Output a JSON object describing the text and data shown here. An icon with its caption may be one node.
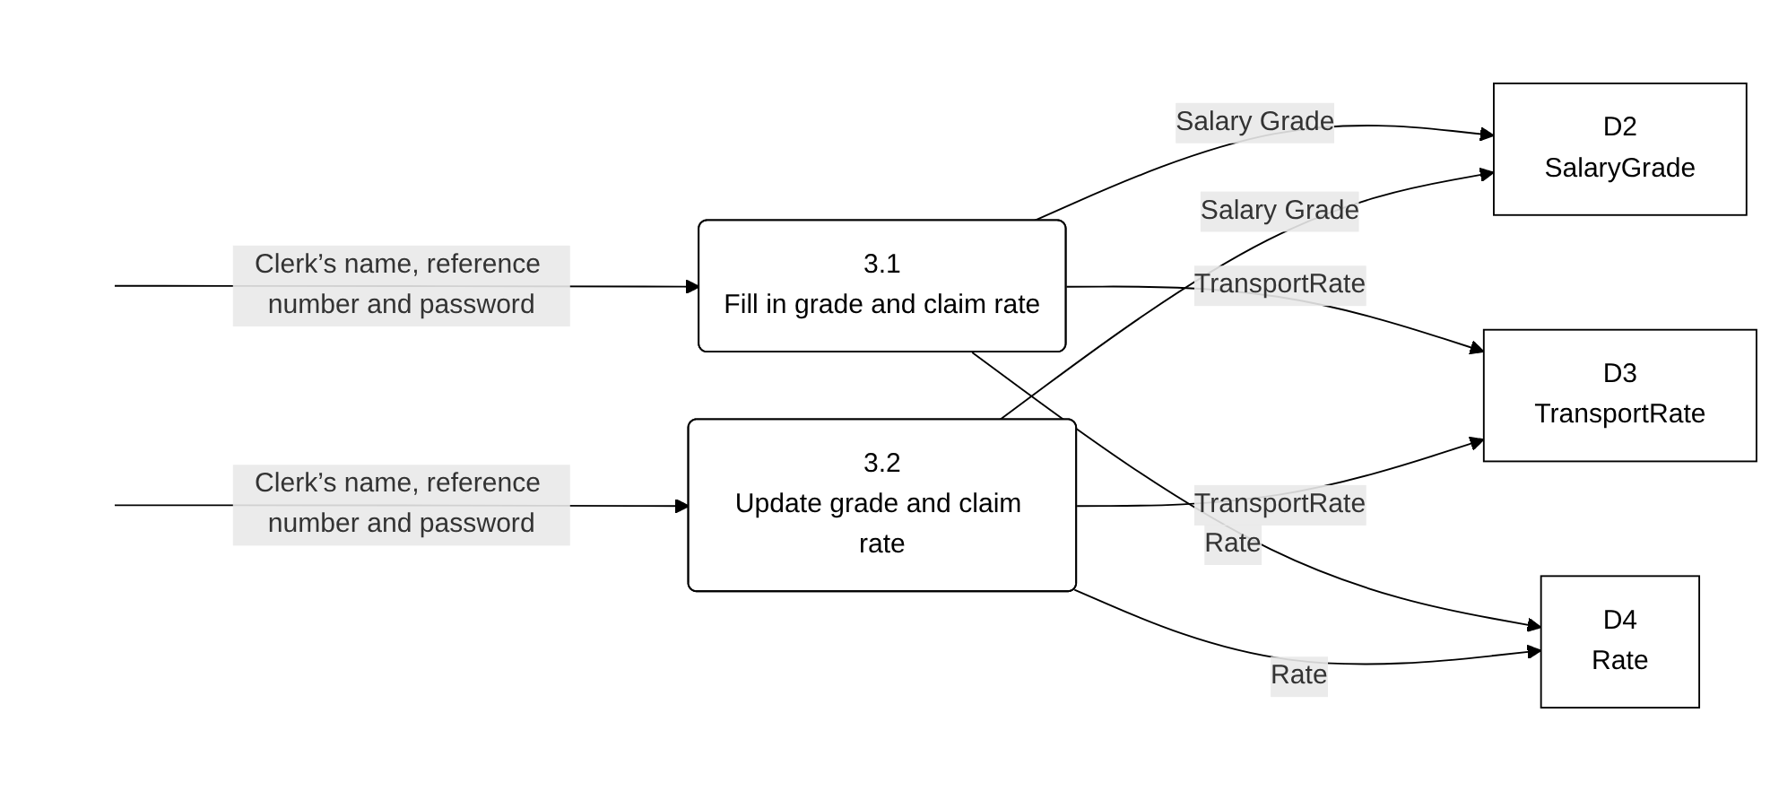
{
  "diagram": {
    "nodes": [
      {
        "text": [
          "3.1",
          "Fill in grade and claim rate"
        ]
      },
      {
        "text": [
          "3.2",
          "Update grade and claim rate"
        ]
      },
      {
        "text": [
          "D2",
          "SalaryGrade"
        ]
      },
      {
        "text": [
          "D3",
          "TransportRate"
        ]
      },
      {
        "text": [
          "D4",
          "Rate"
        ]
      }
    ],
    "edges": [
      {
        "from": null,
        "to": 0,
        "arrow": "to",
        "label": "Clerk’s name, reference number and password"
      },
      {
        "from": 0,
        "to": 2,
        "arrow": "to",
        "label": "Salary Grade"
      },
      {
        "from": 0,
        "to": 3,
        "arrow": "to",
        "label": "TransportRate"
      },
      {
        "from": 0,
        "to": 4,
        "arrow": "to",
        "label": "Rate"
      },
      {
        "from": null,
        "to": 1,
        "arrow": "to",
        "label": "Clerk’s name, reference number and password"
      },
      {
        "from": 1,
        "to": 2,
        "arrow": "to",
        "label": "Salary Grade"
      },
      {
        "from": 1,
        "to": 3,
        "arrow": "to",
        "label": "TransportRate"
      },
      {
        "from": 1,
        "to": 4,
        "arrow": "to",
        "label": "Rate"
      }
    ]
  }
}
